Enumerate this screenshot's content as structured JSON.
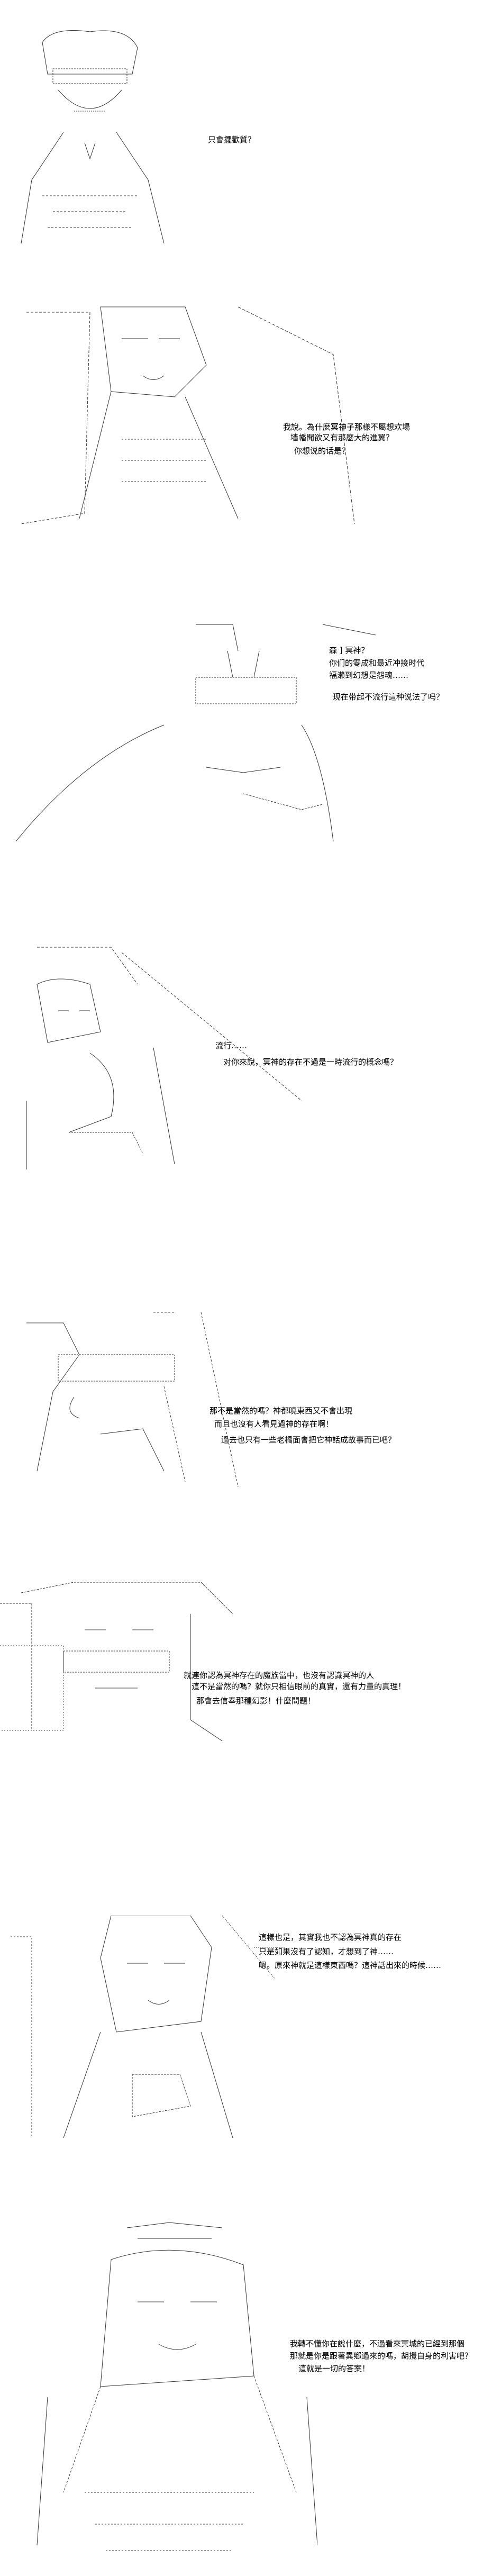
{
  "panels": [
    {
      "id": 1,
      "lines": [
        "只會擺歡質？"
      ]
    },
    {
      "id": 2,
      "lines": [
        "我說。為什麼冥神子那様不屬想欢場",
        "墙幡聞欲又有那麼大的進翼？",
        "你想说的话是？"
      ]
    },
    {
      "id": 3,
      "lines": [
        "森 ] 冥神？",
        "你们的零成和最近冲接时代",
        "福濑到幻想是怨魂……",
        "现在带起不流行這种说法了吗？"
      ]
    },
    {
      "id": 4,
      "lines": [
        "流行……",
        "对你來說，冥神的存在不過是一時流行的概念嗎？"
      ]
    },
    {
      "id": 5,
      "lines": [
        "那不是當然的嗎？神都曉東西又不會出現",
        "而且也沒有人看見過神的存在啊！",
        "過去也只有一些老橘面會把它神話成故事而已吧？"
      ]
    },
    {
      "id": 6,
      "lines": [
        "就連你認為冥神存在的魔族當中，也沒有認識冥神的人",
        "這不是當然的嗎？就你只相信眼前的真實，還有力量的真理！",
        "那會去信奉那種幻影！什麼問題！"
      ]
    },
    {
      "id": 7,
      "lines": [
        "這樣也是，其實我也不認為冥神真的存在",
        "只是如果沒有了認知，才想到了神……",
        "嗯。原來神就是這樣東西嗎？這神話出來的時候……"
      ]
    },
    {
      "id": 8,
      "lines": [
        "我轉不懂你在說什麼，不過看來冥城的已經到那個",
        "那就是你是跟著異鄉過來的嗎，胡攪自身的利害吧？",
        "這就是一切的答案！"
      ]
    }
  ]
}
